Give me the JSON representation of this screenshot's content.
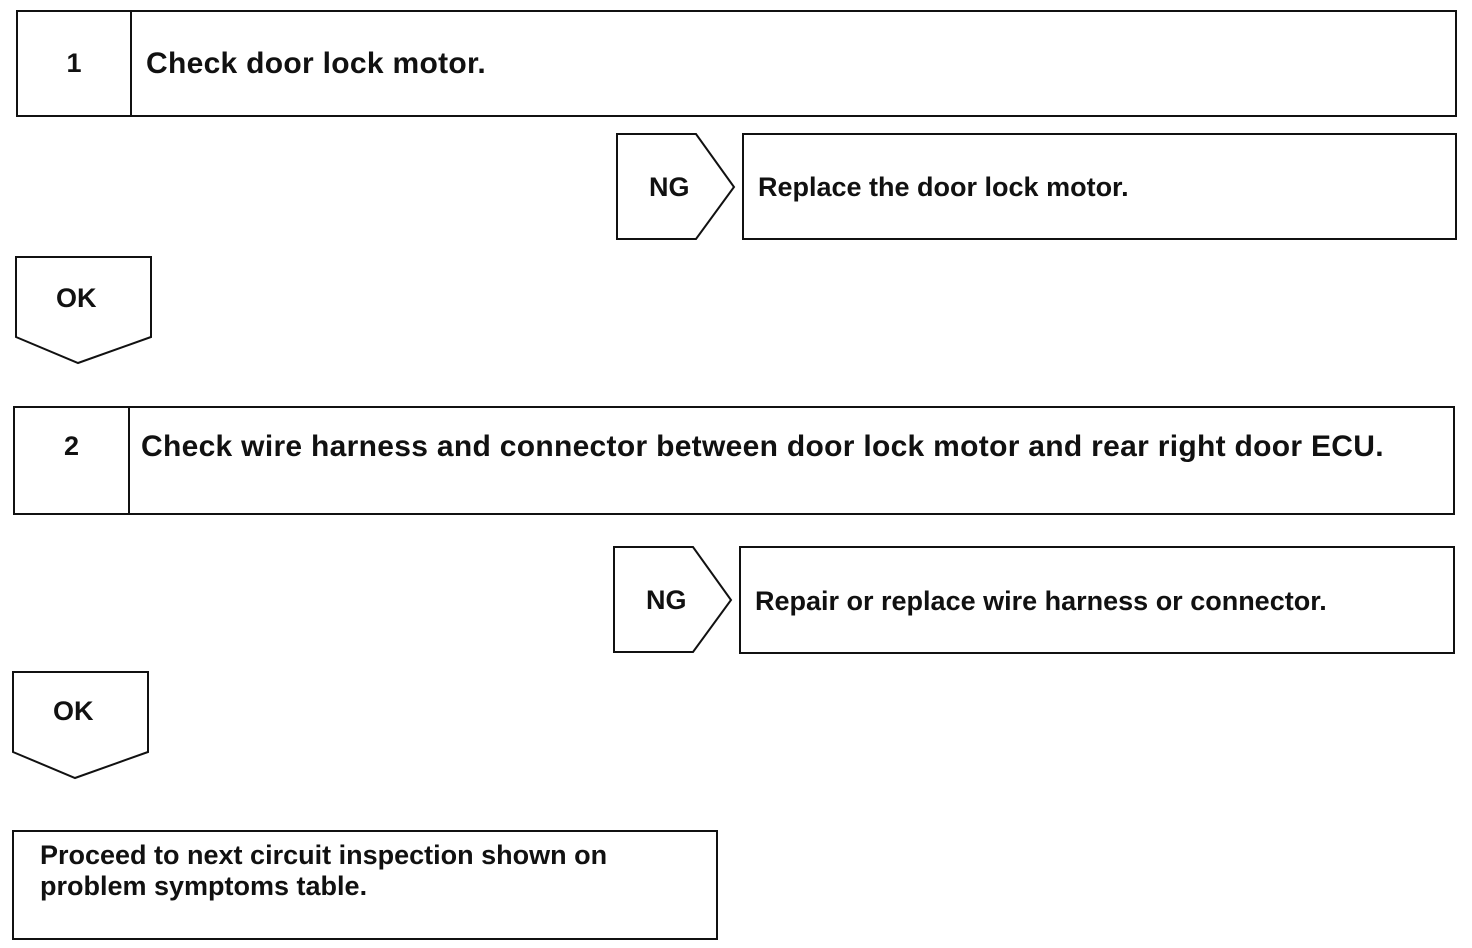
{
  "steps": [
    {
      "number": "1",
      "text": "Check door lock motor."
    },
    {
      "number": "2",
      "text": "Check wire harness and connector between door lock motor and rear right door ECU."
    }
  ],
  "ng_results": [
    {
      "label": "NG",
      "action": "Replace the door lock motor."
    },
    {
      "label": "NG",
      "action": "Repair or replace wire harness or connector."
    }
  ],
  "ok_labels": [
    "OK",
    "OK"
  ],
  "final": {
    "text": "Proceed to next circuit inspection shown on problem symptoms table."
  },
  "colors": {
    "line": "#111111",
    "background": "#ffffff"
  }
}
